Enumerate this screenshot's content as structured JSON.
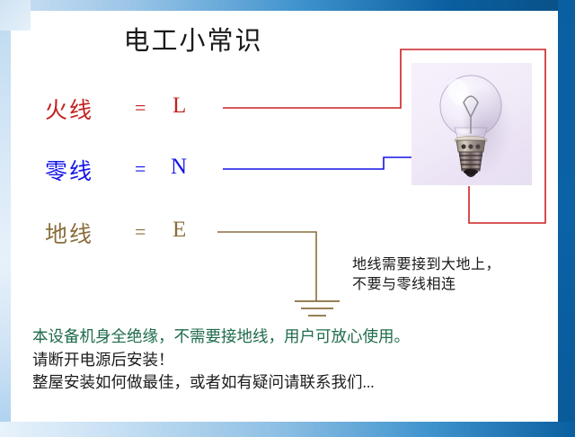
{
  "slide": {
    "title": "电工小常识"
  },
  "wire_rows": [
    {
      "name": "火线",
      "eq": "=",
      "letter": "L",
      "color": "#c32020",
      "role": "live-wire"
    },
    {
      "name": "零线",
      "eq": "=",
      "letter": "N",
      "color": "#1414e6",
      "role": "neutral-wire"
    },
    {
      "name": "地线",
      "eq": "=",
      "letter": "E",
      "color": "#8a6d3b",
      "role": "earth-wire"
    }
  ],
  "note": {
    "line1": "地线需要接到大地上，",
    "line2": "不要与零线相连"
  },
  "bottom": {
    "line1": "本设备机身全绝缘，不需要接地线，用户可放心使用。",
    "line2": "请断开电源后安装！",
    "line3": "整屋安装如何做最佳，或者如有疑问请联系我们..."
  },
  "photo": {
    "subject": "incandescent-light-bulb-e14-screw-base"
  },
  "colors": {
    "live": "#c32020",
    "neutral": "#1414e6",
    "earth": "#8a6d3b",
    "green_text": "#1e6b4a",
    "frame_blue": "#0a5fa0"
  },
  "icons": {
    "ground_symbol": "earth-ground-symbol"
  }
}
